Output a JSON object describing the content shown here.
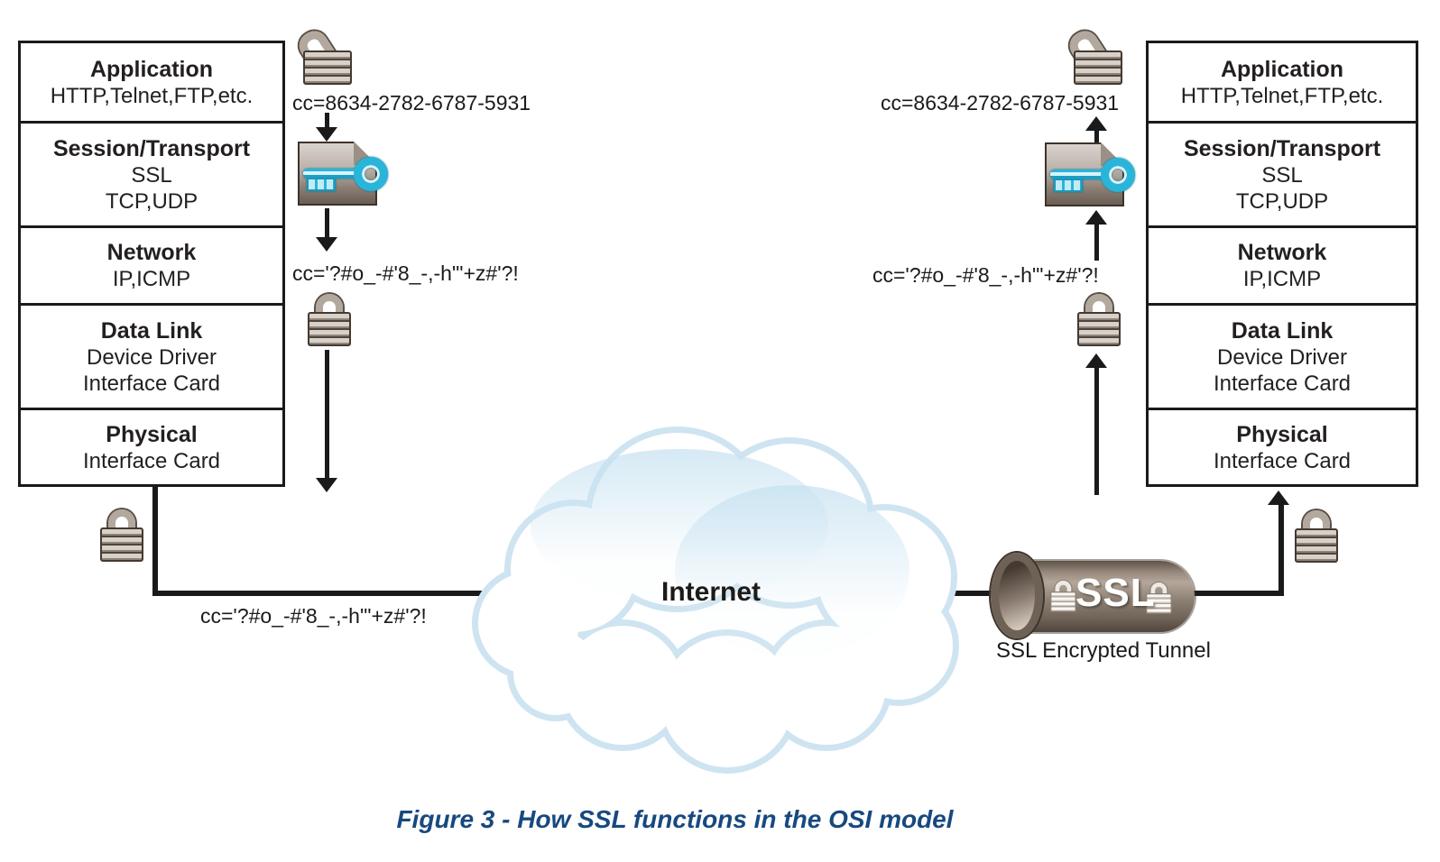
{
  "figure": {
    "caption": "Figure 3 - How SSL functions in the OSI model",
    "caption_color": "#17497f"
  },
  "osi_stack": {
    "rows": [
      {
        "title": "Application",
        "lines": [
          "HTTP,Telnet,FTP,etc."
        ]
      },
      {
        "title": "Session/Transport",
        "lines": [
          "SSL",
          "TCP,UDP"
        ]
      },
      {
        "title": "Network",
        "lines": [
          "IP,ICMP"
        ]
      },
      {
        "title": "Data Link",
        "lines": [
          "Device Driver",
          "Interface Card"
        ]
      },
      {
        "title": "Physical",
        "lines": [
          "Interface Card"
        ]
      }
    ]
  },
  "labels": {
    "plaintext": "cc=8634-2782-6787-5931",
    "ciphertext": "cc='?#o_-#'8_-,-h'\"+z#'?!",
    "internet": "Internet",
    "ssl": "SSL",
    "tunnel_caption": "SSL Encrypted Tunnel"
  },
  "icons": {
    "open_padlock": "open-padlock-icon",
    "closed_padlock": "closed-padlock-icon",
    "document_key": "document-key-icon",
    "cloud": "internet-cloud",
    "tunnel": "ssl-tunnel"
  },
  "colors": {
    "line_black": "#1a1a1a",
    "lock_metal": "#b3a89e",
    "key_cyan": "#29b5da",
    "cloud_border": "#cfe4f1",
    "tunnel_taupe": "#8d8074",
    "caption_blue": "#17497f"
  }
}
